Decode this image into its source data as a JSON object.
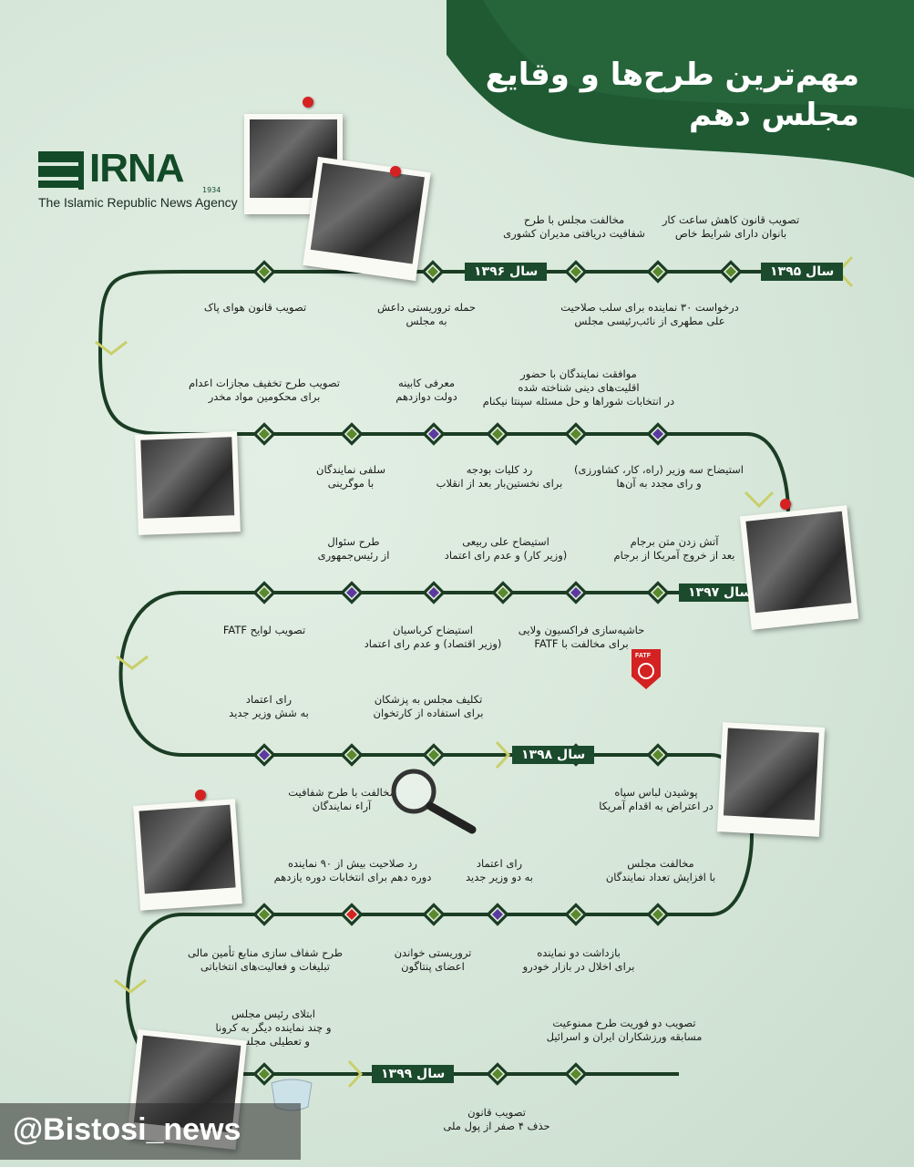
{
  "header": {
    "title_line1": "مهم‌ترین طرح‌ها و وقایع",
    "title_line2": "مجلس دهم"
  },
  "brand": {
    "name": "IRNA",
    "year": "1934",
    "tagline": "The Islamic Republic News Agency"
  },
  "years": [
    "سال ۱۳۹۵",
    "سال ۱۳۹۶",
    "سال ۱۳۹۷",
    "سال ۱۳۹۸",
    "سال ۱۳۹۹"
  ],
  "rows": [
    {
      "events": [
        {
          "lines": [
            "تصویب قانون کاهش ساعت کار",
            "بانوان دارای شرایط خاص"
          ]
        },
        {
          "lines": [
            "درخواست ۳۰ نماینده برای سلب صلاحیت",
            "علی مطهری از نائب‌رئیسی مجلس"
          ]
        },
        {
          "lines": [
            "مخالفت مجلس با طرح",
            "شفافیت دریافتی مدیران کشوری"
          ]
        },
        {
          "lines": [
            "حمله تروریستی داعش",
            "به مجلس"
          ]
        },
        {
          "lines": [
            "تصویب قانون هوای پاک"
          ]
        }
      ]
    },
    {
      "events": [
        {
          "lines": [
            "استیضاح سه وزیر (راه، کار، کشاورزی)",
            "و رای مجدد به آن‌ها"
          ]
        },
        {
          "lines": [
            "موافقت نمایندگان با حضور",
            "اقلیت‌های دینی شناخته شده",
            "در انتخابات شوراها و حل مسئله سپنتا نیکنام"
          ]
        },
        {
          "lines": [
            "رد کلیات بودجه",
            "برای نخستین‌بار بعد از انقلاب"
          ]
        },
        {
          "lines": [
            "معرفی کابینه",
            "دولت دوازدهم"
          ]
        },
        {
          "lines": [
            "سلفی نمایندگان",
            "با موگرینی"
          ]
        },
        {
          "lines": [
            "تصویب طرح تخفیف مجازات اعدام",
            "برای محکومین مواد مخدر"
          ]
        }
      ]
    },
    {
      "events": [
        {
          "lines": [
            "آتش زدن متن برجام",
            "بعد از خروج آمریکا از برجام"
          ]
        },
        {
          "lines": [
            "حاشیه‌سازی فراکسیون ولایی",
            "برای مخالفت با FATF"
          ]
        },
        {
          "lines": [
            "استیضاح علی ربیعی",
            "(وزیر کار) و عدم رای اعتماد"
          ]
        },
        {
          "lines": [
            "استیضاح کرباسیان",
            "(وزیر اقتصاد) و عدم رای اعتماد"
          ]
        },
        {
          "lines": [
            "طرح سئوال",
            "از رئیس‌جمهوری"
          ]
        },
        {
          "lines": [
            "تصویب لوایح FATF"
          ]
        }
      ]
    },
    {
      "events": [
        {
          "lines": [
            "پوشیدن لباس سپاه",
            "در اعتراض به اقدام آمریکا"
          ]
        },
        {
          "lines": [
            "تکلیف مجلس به پزشکان",
            "برای استفاده از کارتخوان"
          ]
        },
        {
          "lines": [
            "مخالفت با طرح شفافیت",
            "آراء نمایندگان"
          ]
        },
        {
          "lines": [
            "رای اعتماد",
            "به شش وزیر جدید"
          ]
        }
      ]
    },
    {
      "events": [
        {
          "lines": [
            "مخالفت مجلس",
            "با افزایش تعداد نمایندگان"
          ]
        },
        {
          "lines": [
            "بازداشت دو نماینده",
            "برای اخلال در بازار خودرو"
          ]
        },
        {
          "lines": [
            "رای اعتماد",
            "به دو وزیر جدید"
          ]
        },
        {
          "lines": [
            "تروریستی خواندن",
            "اعضای پنتاگون"
          ]
        },
        {
          "lines": [
            "رد صلاحیت بیش از ۹۰ نماینده",
            "دوره دهم برای انتخابات دوره یازدهم"
          ]
        },
        {
          "lines": [
            "طرح شفاف سازی منابع تأمین مالی",
            "تبلیغات و فعالیت‌های انتخاباتی"
          ]
        }
      ]
    },
    {
      "events": [
        {
          "lines": [
            "تصویب دو فوریت طرح ممنوعیت",
            "مسابقه ورزشکاران ایران و اسرائیل"
          ]
        },
        {
          "lines": [
            "تصویب قانون",
            "حذف ۴ صفر از پول ملی"
          ]
        },
        {
          "lines": [
            "ابتلای رئیس مجلس",
            "و چند نماینده دیگر به کرونا",
            "و تعطیلی مجلس"
          ]
        }
      ]
    }
  ],
  "fatf_badge": "FATF",
  "watermark": "@Bistosi_news",
  "colors": {
    "path": "#1b3d24",
    "node_green": "#5a8a2e",
    "node_purple": "#5b3aa0",
    "node_red": "#d42222",
    "header_green": "#1f5a33",
    "year_tag": "#1b4a2d",
    "arrow_yellow": "#c9cf6a"
  }
}
